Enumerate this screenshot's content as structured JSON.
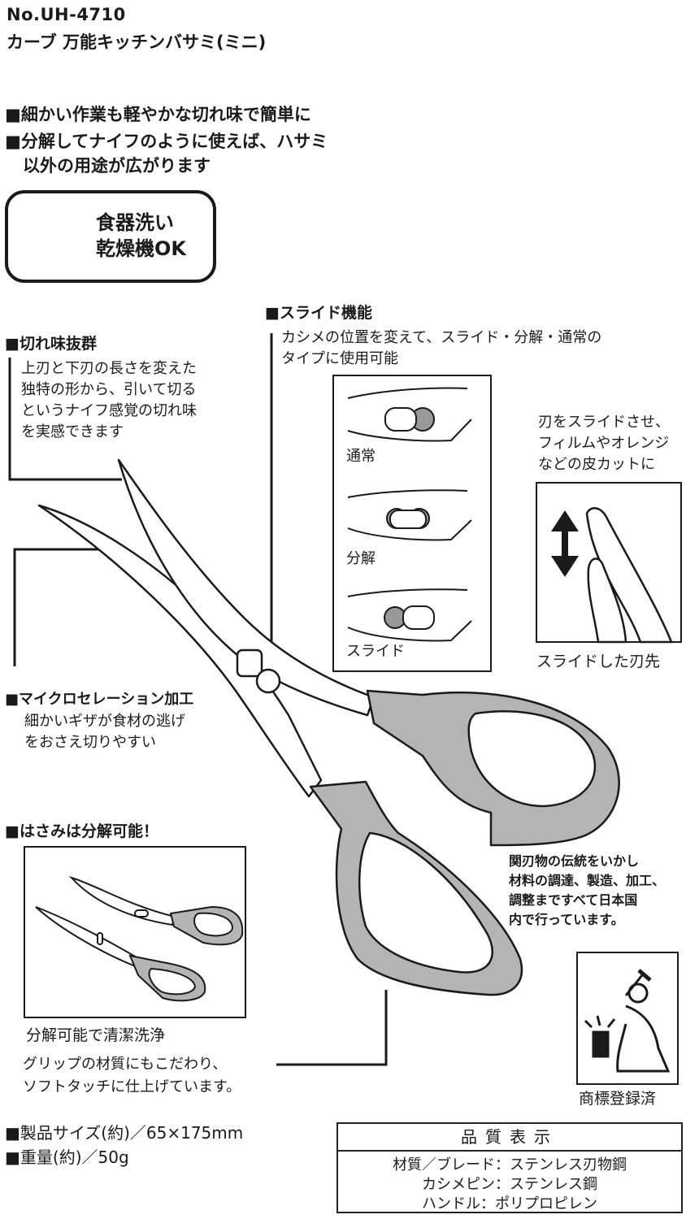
{
  "header": {
    "model_no": "No.UH-4710",
    "product_name": "カーブ 万能キッチンバサミ(ミニ)"
  },
  "features": [
    "■細かい作業も軽やかな切れ味で簡単に",
    "■分解してナイフのように使えば、ハサミ",
    "以外の用途が広がります"
  ],
  "dishwasher_badge": {
    "icon": "dishwasher-icon",
    "line1": "食器洗い",
    "line2": "乾燥機OK"
  },
  "sharpness": {
    "title": "■切れ味抜群",
    "lines": [
      "上刃と下刃の長さを変えた",
      "独特の形から、引いて切る",
      "というナイフ感覚の切れ味",
      "を実感できます"
    ]
  },
  "slide_function": {
    "title": "■スライド機能",
    "lines": [
      "カシメの位置を変えて、スライド・分解・通常の",
      "タイプに使用可能"
    ],
    "modes": [
      "通常",
      "分解",
      "スライド"
    ]
  },
  "slide_tip": {
    "lines": [
      "刃をスライドさせ、",
      "フィルムやオレンジ",
      "などの皮カットに"
    ],
    "caption": "スライドした刃先"
  },
  "serration": {
    "title": "■マイクロセレーション加工",
    "lines": [
      "細かいギザが食材の逃げ",
      "をおさえ切りやすい"
    ]
  },
  "detachable": {
    "title": "■はさみは分解可能！",
    "caption": "分解可能で清潔洗浄"
  },
  "made_in_japan": {
    "lines": [
      "関刃物の伝統をいかし",
      "材料の調達、製造、加工、",
      "調整まですべて日本国",
      "内で行っています。"
    ]
  },
  "trademark": {
    "icon": "blacksmith-icon",
    "caption": "商標登録済"
  },
  "grip": {
    "lines": [
      "グリップの材質にもこだわり、",
      "ソフトタッチに仕上げています。"
    ]
  },
  "specs": {
    "size": "■製品サイズ(約)／65×175mm",
    "weight": "■重量(約)／50g"
  },
  "quality_table": {
    "title": "品質表示",
    "rows": [
      "材質／ブレード：ステンレス刃物鋼",
      "カシメピン：ステンレス鋼",
      "ハンドル：ポリプロピレン"
    ]
  },
  "colors": {
    "handle_gray": "#b4b4b4",
    "ink": "#1a1a1a"
  }
}
